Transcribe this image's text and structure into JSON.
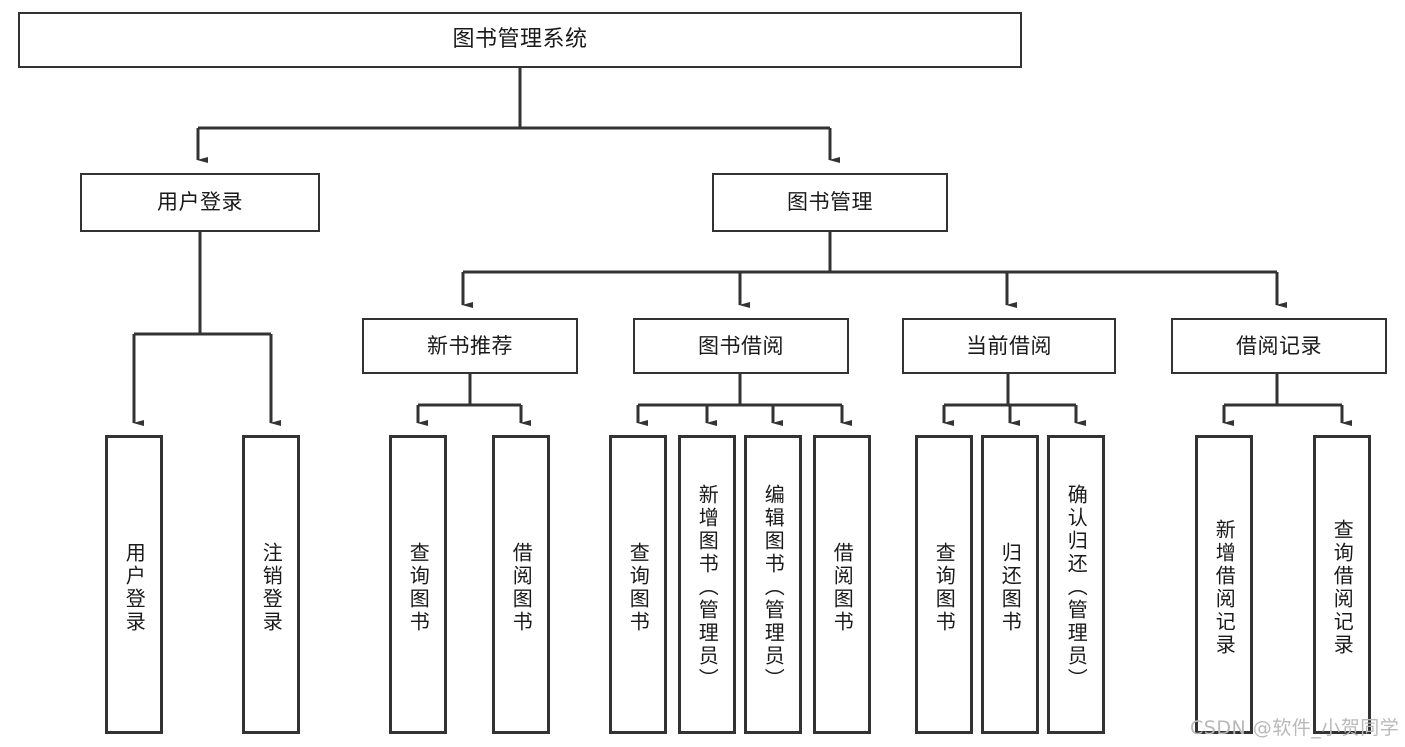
{
  "diagram": {
    "type": "tree-hierarchy",
    "title": "图书管理系统",
    "root": {
      "id": "root",
      "label": "图书管理系统"
    },
    "level2": [
      {
        "id": "user-login",
        "label": "用户登录"
      },
      {
        "id": "book-manage",
        "label": "图书管理"
      }
    ],
    "level3": [
      {
        "id": "new-book-recommend",
        "label": "新书推荐"
      },
      {
        "id": "book-borrow",
        "label": "图书借阅"
      },
      {
        "id": "current-borrow",
        "label": "当前借阅"
      },
      {
        "id": "borrow-record",
        "label": "借阅记录"
      }
    ],
    "leaves": [
      {
        "id": "leaf-user-login",
        "label": "用户登录",
        "parent": "user-login"
      },
      {
        "id": "leaf-user-logout",
        "label": "注销登录",
        "parent": "user-login"
      },
      {
        "id": "leaf-rec-query-book",
        "label": "查询图书",
        "parent": "new-book-recommend"
      },
      {
        "id": "leaf-rec-borrow-book",
        "label": "借阅图书",
        "parent": "new-book-recommend"
      },
      {
        "id": "leaf-borrow-query-book",
        "label": "查询图书",
        "parent": "book-borrow"
      },
      {
        "id": "leaf-borrow-add-book",
        "label": "新增图书（管理员）",
        "parent": "book-borrow"
      },
      {
        "id": "leaf-borrow-edit-book",
        "label": "编辑图书（管理员）",
        "parent": "book-borrow"
      },
      {
        "id": "leaf-borrow-borrow-book",
        "label": "借阅图书",
        "parent": "book-borrow"
      },
      {
        "id": "leaf-cur-query-book",
        "label": "查询图书",
        "parent": "current-borrow"
      },
      {
        "id": "leaf-cur-return-book",
        "label": "归还图书",
        "parent": "current-borrow"
      },
      {
        "id": "leaf-cur-confirm-return",
        "label": "确认归还（管理员）",
        "parent": "current-borrow"
      },
      {
        "id": "leaf-rec-add-record",
        "label": "新增借阅记录",
        "parent": "borrow-record"
      },
      {
        "id": "leaf-rec-query-record",
        "label": "查询借阅记录",
        "parent": "borrow-record"
      }
    ],
    "colors": {
      "stroke": "#333333",
      "fill": "#ffffff",
      "text": "#1a1a1a",
      "watermark": "#b9b9b9"
    }
  },
  "watermark": {
    "text": "CSDN @软件_小贺同学"
  }
}
